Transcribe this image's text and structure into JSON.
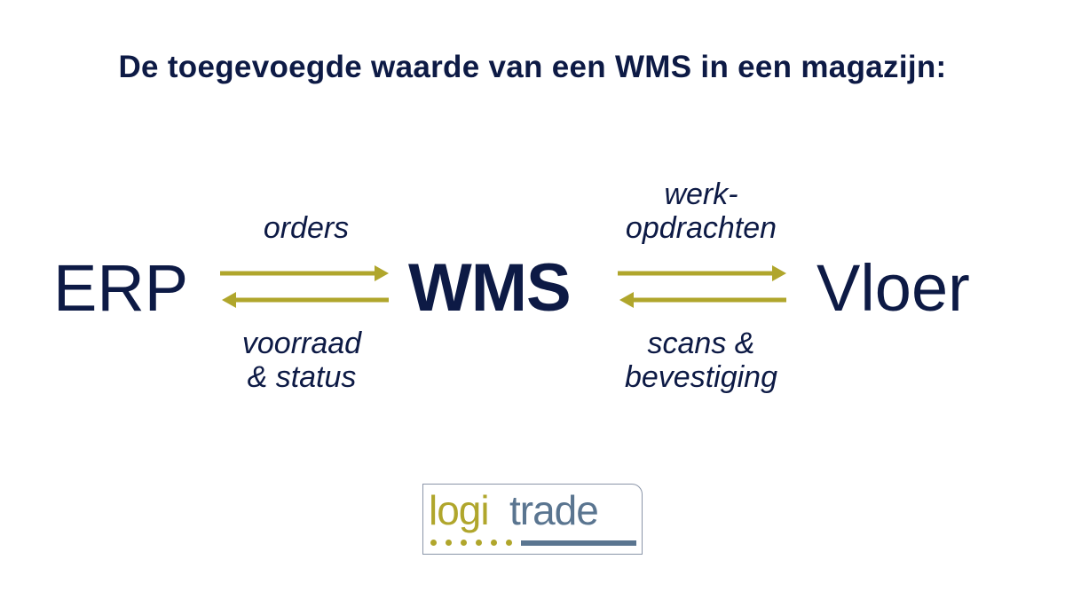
{
  "title": "De toegevoegde waarde van een WMS in een magazijn:",
  "nodes": {
    "left": "ERP",
    "center": "WMS",
    "right": "Vloer"
  },
  "flows": {
    "erp_to_wms": "orders",
    "wms_to_erp_line1": "voorraad",
    "wms_to_erp_line2": "& status",
    "wms_to_floor_line1": "werk-",
    "wms_to_floor_line2": "opdrachten",
    "floor_to_wms_line1": "scans &",
    "floor_to_wms_line2": "bevestiging"
  },
  "logo": {
    "part1": "logi",
    "part2": "trade"
  },
  "colors": {
    "text": "#0d1a45",
    "arrow": "#b0a62c",
    "logo_blue": "#5a7590"
  }
}
